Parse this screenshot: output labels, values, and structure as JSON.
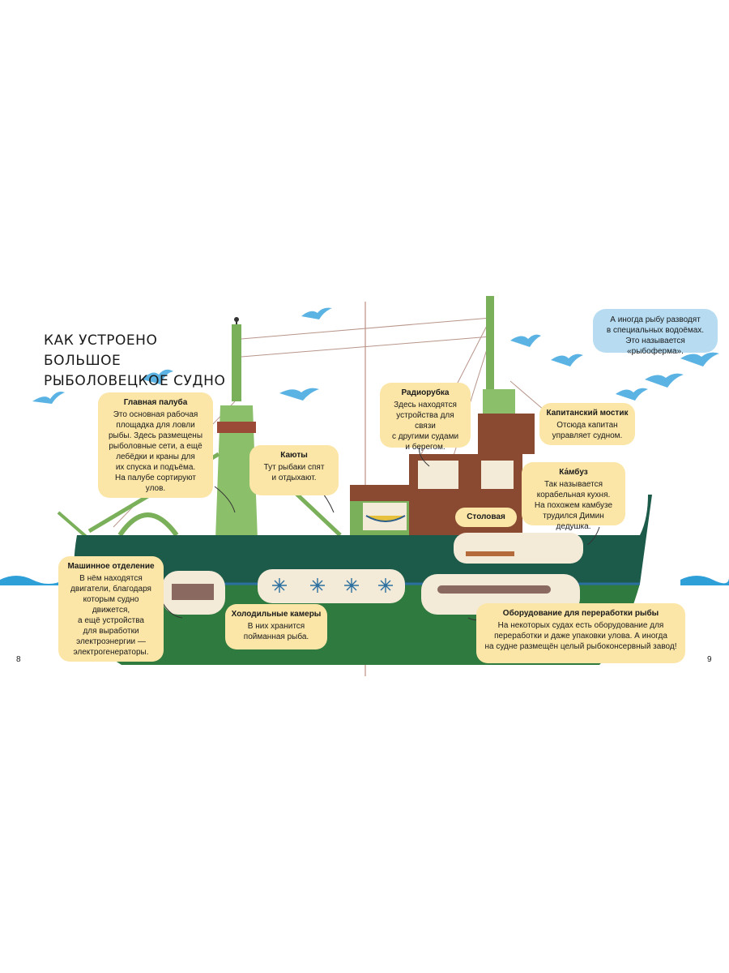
{
  "title": [
    "КАК УСТРОЕНО БОЛЬШОЕ",
    "РЫБОЛОВЕЦКОЕ СУДНО"
  ],
  "callouts": {
    "deck": {
      "heading": "Главная палуба",
      "body": "Это основная рабочая\nплощадка для ловли\nрыбы. Здесь размещены\nрыболовные сети, а ещё\nлебёдки и краны для\nих спуска и подъёма.\nНа палубе сортируют\nулов."
    },
    "cabins": {
      "heading": "Каюты",
      "body": "Тут рыбаки спят\nи отдыхают."
    },
    "radio": {
      "heading": "Радиорубка",
      "body": "Здесь находятся\nустройства для связи\nс другими судами\nи берегом."
    },
    "bridge": {
      "heading": "Капитанский мостик",
      "body": "Отсюда капитан\nуправляет судном."
    },
    "galley": {
      "heading": "Ка́мбуз",
      "body": "Так называется\nкорабельная кухня.\nНа похожем камбузе\nтрудился Димин дедушка."
    },
    "dining": {
      "heading": "Столовая"
    },
    "engine": {
      "heading": "Машинное отделение",
      "body": "В нём находятся\nдвигатели, благодаря\nкоторым судно движется,\nа ещё устройства\nдля выработки\nэлектроэнергии —\nэлектрогенераторы."
    },
    "cold": {
      "heading": "Холодильные камеры",
      "body": "В них хранится\nпойманная рыба."
    },
    "processing": {
      "heading": "Оборудование для переработки рыбы",
      "body": "На некоторых судах есть оборудование для\nпереработки и даже упаковки улова. А иногда\nна судне размещён целый рыбоконсервный завод!"
    }
  },
  "speech_bubble": "А иногда рыбу разводят\nв специальных водоёмах.\nЭто называется «рыбоферма».",
  "page_numbers": {
    "left": "8",
    "right": "9"
  },
  "colors": {
    "hull_green": "#1f6a3e",
    "hull_dark": "#1c5a4a",
    "water_blue": "#2f9fd8",
    "callout": "#fbe6a8",
    "bubble": "#b7dcf2",
    "superstructure": "#8a4a32",
    "mast": "#7bb05a"
  }
}
